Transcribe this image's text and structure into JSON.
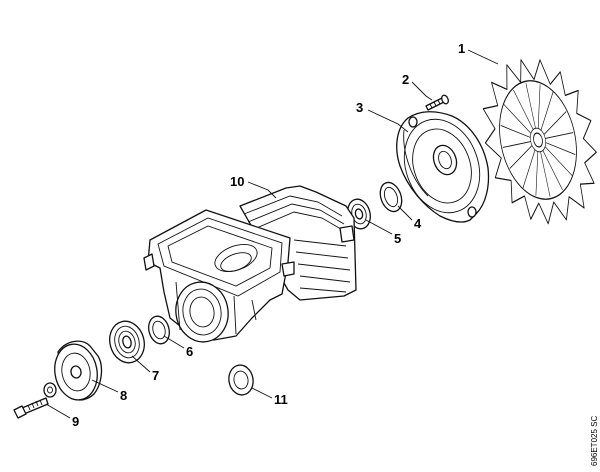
{
  "diagram": {
    "callouts": {
      "c1": "1",
      "c2": "2",
      "c3": "3",
      "c4": "4",
      "c5": "5",
      "c6": "6",
      "c7": "7",
      "c8": "8",
      "c9": "9",
      "c10": "10",
      "c11": "11"
    },
    "drawing_code": "696ET025 SC"
  }
}
